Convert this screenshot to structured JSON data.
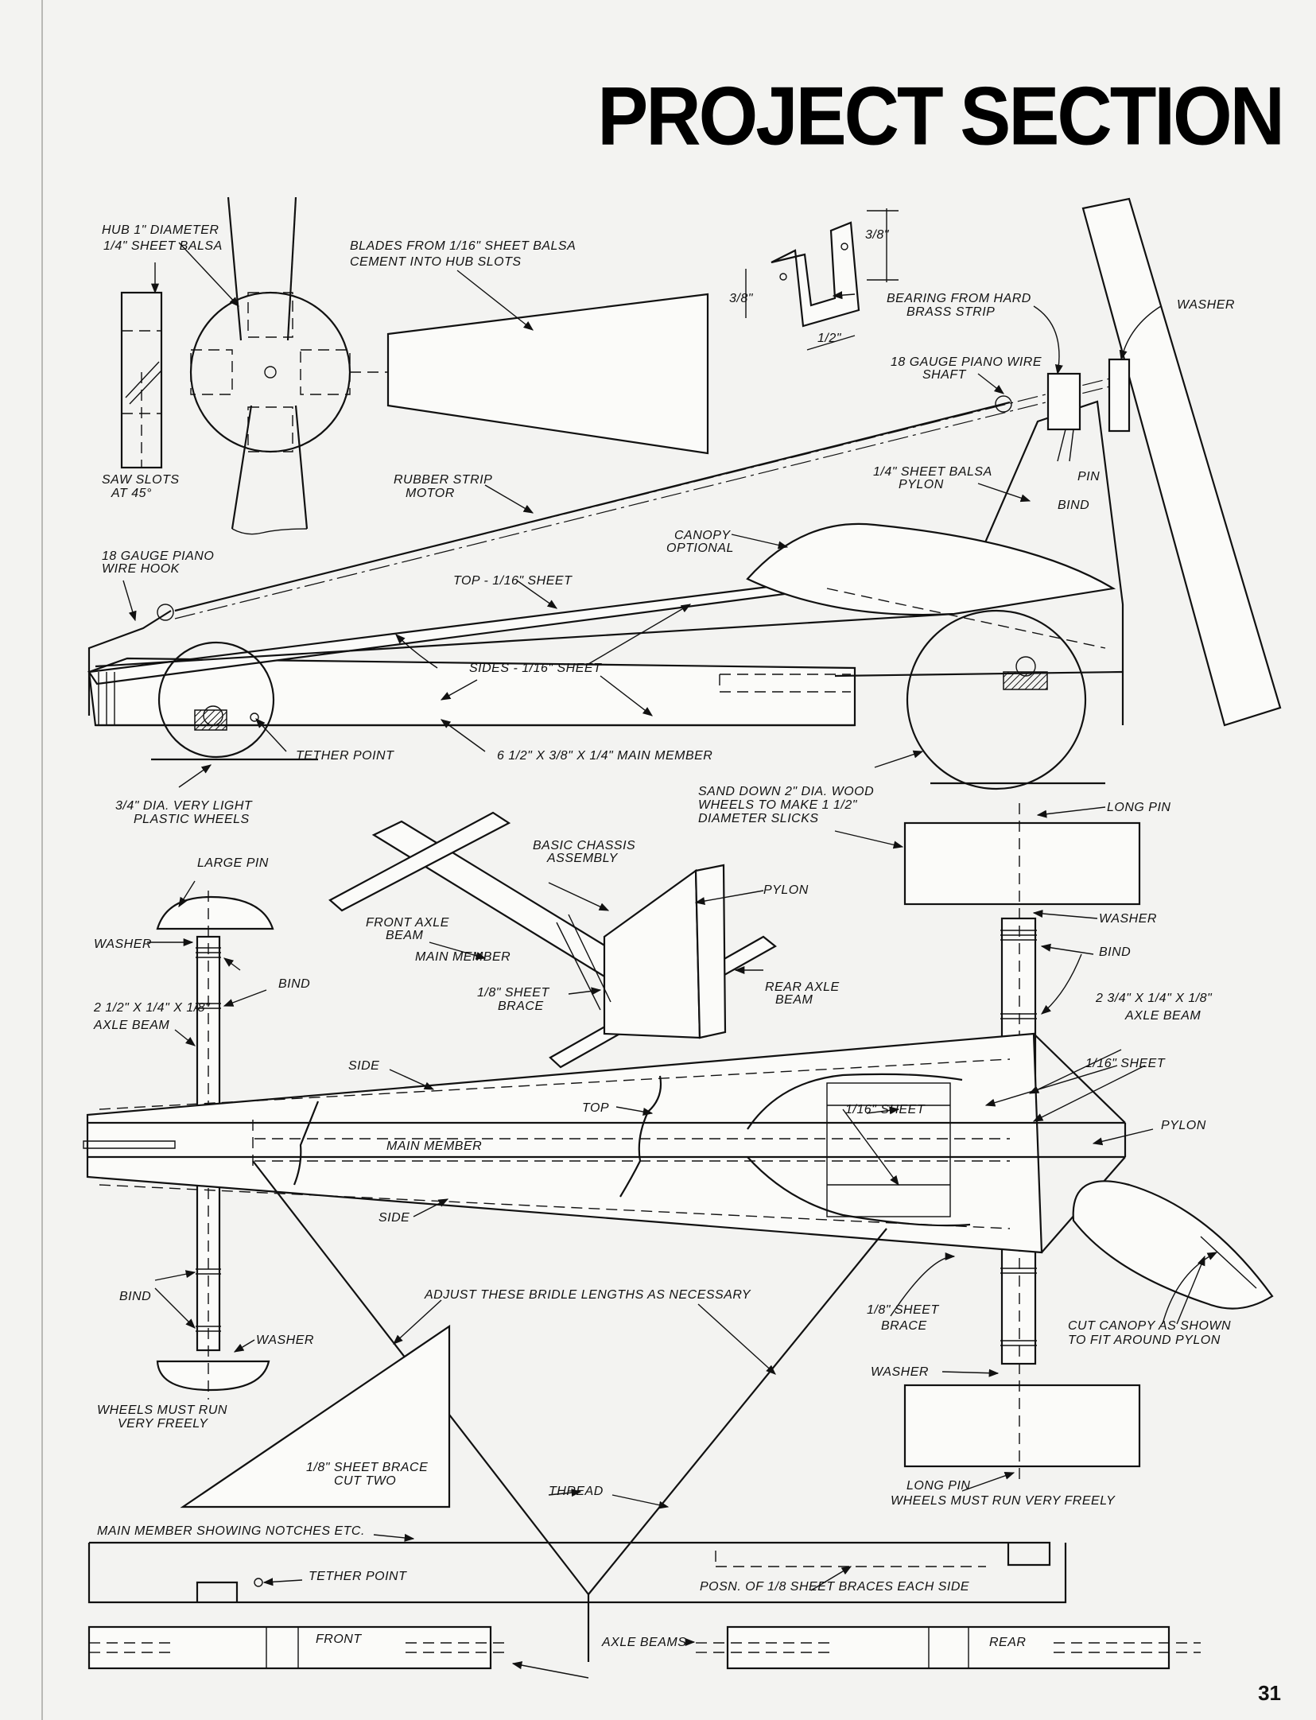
{
  "header": {
    "title": "PROJECT SECTION",
    "page_number": "31"
  },
  "labels": {
    "hub": "HUB 1\" DIAMETER",
    "hub2": "1/4\" SHEET BALSA",
    "blades": "BLADES FROM 1/16\" SHEET BALSA",
    "blades2": "CEMENT INTO HUB SLOTS",
    "bearing": "BEARING FROM HARD",
    "bearing2": "BRASS STRIP",
    "washer_top": "WASHER",
    "shaft": "18 GAUGE PIANO WIRE",
    "shaft2": "SHAFT",
    "saw_slots": "SAW SLOTS",
    "saw_slots2": "AT 45°",
    "rubber": "RUBBER STRIP",
    "rubber2": "MOTOR",
    "pylon_side": "1/4\" SHEET BALSA",
    "pylon_side2": "PYLON",
    "pin": "PIN",
    "bind": "BIND",
    "canopy": "CANOPY",
    "canopy2": "OPTIONAL",
    "hook": "18 GAUGE PIANO",
    "hook2": "WIRE HOOK",
    "top_sheet": "TOP - 1/16\" SHEET",
    "sides_sheet": "SIDES - 1/16\" SHEET",
    "tether": "TETHER POINT",
    "main_member_dims": "6 1/2\" X 3/8\" X 1/4\" MAIN MEMBER",
    "light_wheels": "3/4\" DIA. VERY LIGHT",
    "light_wheels2": "PLASTIC WHEELS",
    "sand": "SAND DOWN 2\" DIA. WOOD",
    "sand2": "WHEELS TO MAKE 1 1/2\"",
    "sand3": "DIAMETER SLICKS",
    "long_pin": "LONG PIN",
    "large_pin": "LARGE PIN",
    "chassis": "BASIC CHASSIS",
    "chassis2": "ASSEMBLY",
    "pylon": "PYLON",
    "washer": "WASHER",
    "front_axle": "FRONT AXLE",
    "front_axle2": "BEAM",
    "main_member": "MAIN MEMBER",
    "bind2": "BIND",
    "axle_beam_l": "2 1/2\" X 1/4\" X 1/8\"",
    "axle_beam_l2": "AXLE BEAM",
    "sheet_brace": "1/8\" SHEET",
    "sheet_brace2": "BRACE",
    "rear_axle": "REAR AXLE",
    "rear_axle2": "BEAM",
    "axle_beam_r": "2 3/4\" X 1/4\" X 1/8\"",
    "axle_beam_r2": "AXLE BEAM",
    "side": "SIDE",
    "sixteenth": "1/16\" SHEET",
    "top": "TOP",
    "sixteenth2": "1/16\" SHEET",
    "pylon2": "PYLON",
    "bridle": "ADJUST THESE BRIDLE LENGTHS AS NECESSARY",
    "cut_canopy": "CUT CANOPY AS SHOWN",
    "cut_canopy2": "TO FIT AROUND PYLON",
    "wheels_free": "WHEELS MUST RUN",
    "wheels_free2": "VERY FREELY",
    "brace_cut": "1/8\" SHEET BRACE",
    "brace_cut2": "CUT TWO",
    "thread": "THREAD",
    "long_pin2": "LONG PIN",
    "wheels_free3": "WHEELS MUST RUN VERY FREELY",
    "notches": "MAIN MEMBER SHOWING NOTCHES ETC.",
    "tether2": "TETHER POINT",
    "posn": "POSN. OF 1/8 SHEET BRACES EACH SIDE",
    "front": "FRONT",
    "axle_beams": "AXLE BEAMS",
    "rear": "REAR",
    "dim_38": "3/8\"",
    "dim_38b": "3/8\"",
    "dim_12": "1/2\""
  }
}
